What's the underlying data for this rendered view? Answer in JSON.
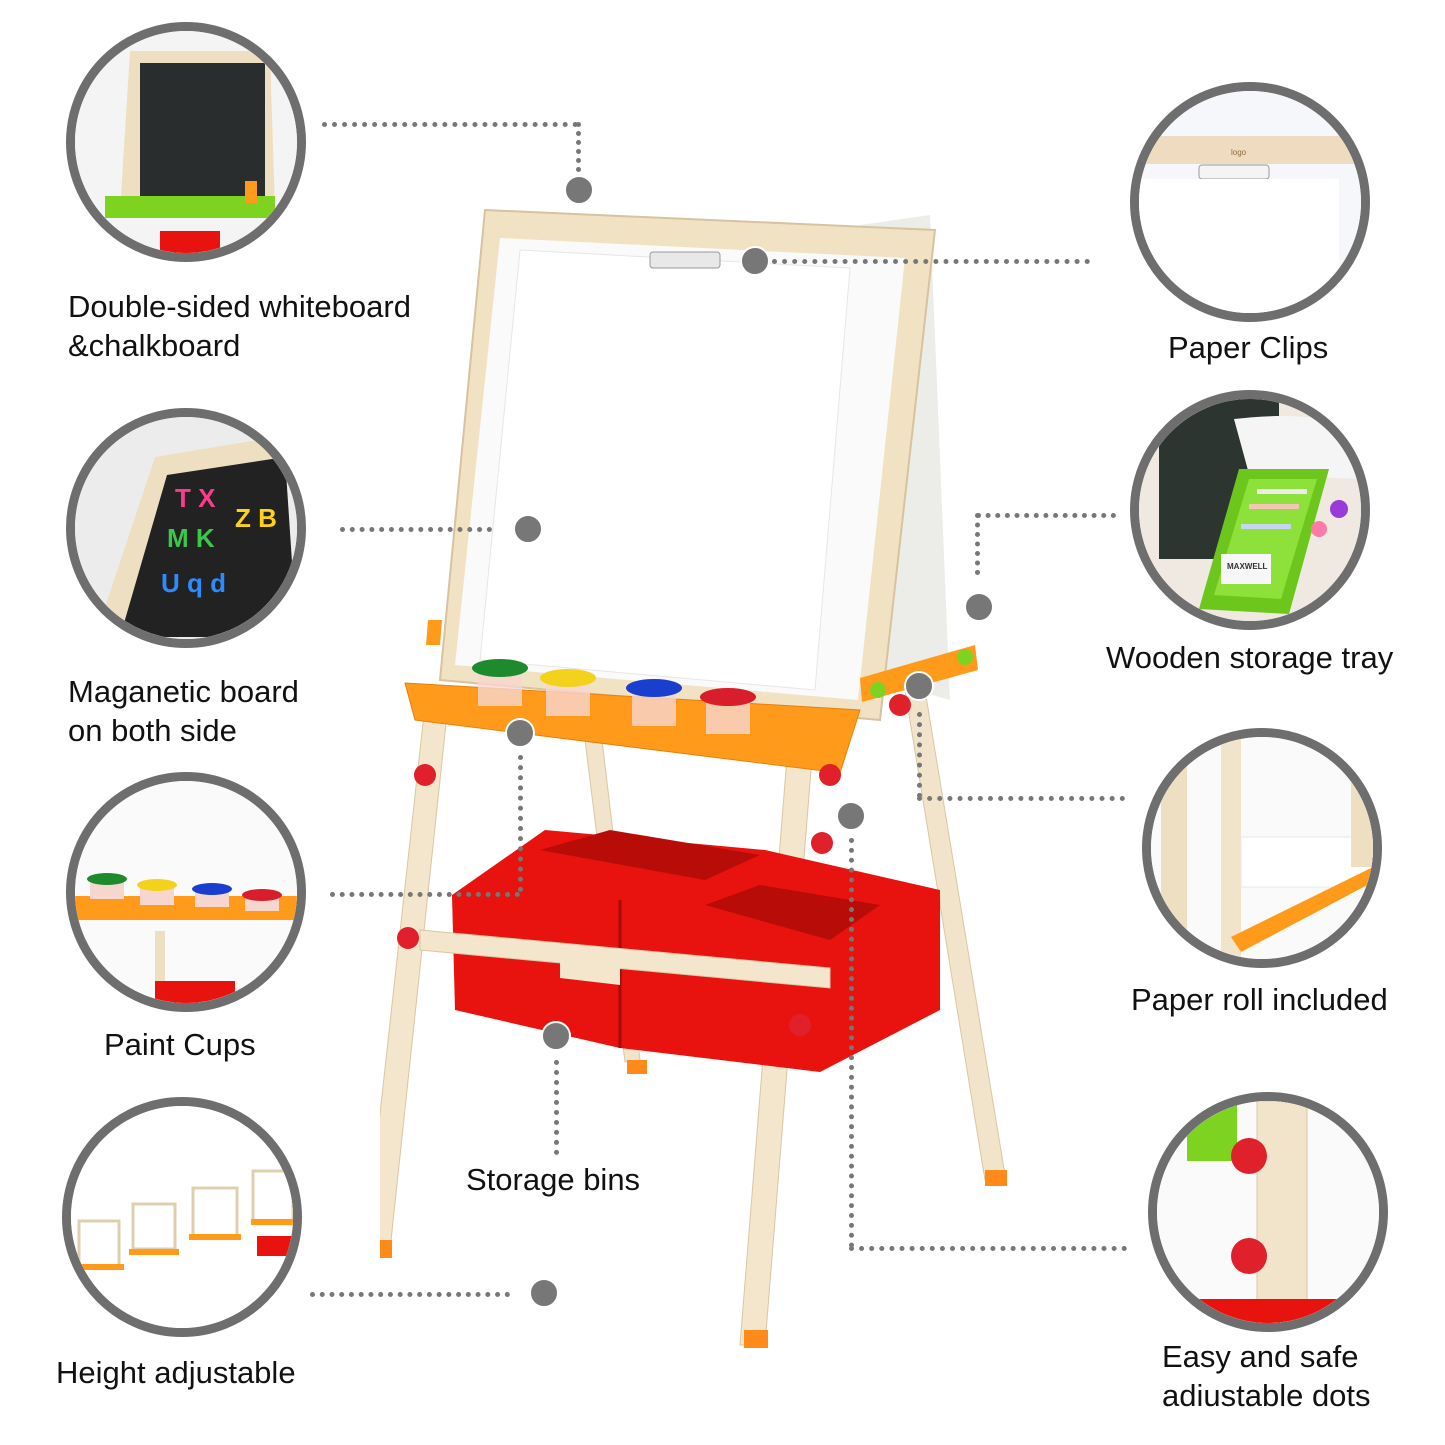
{
  "features": {
    "double_sided": {
      "label": "Double-sided whiteboard\n&chalkboard",
      "icon": "chalkboard-easel-photo"
    },
    "magnetic": {
      "label": "Maganetic board\non both side",
      "icon": "magnetic-letters-photo"
    },
    "paint_cups": {
      "label": "Paint Cups",
      "icon": "paint-cups-photo"
    },
    "height": {
      "label": "Height adjustable",
      "icon": "height-adjustable-photo"
    },
    "paper_clips": {
      "label": "Paper Clips",
      "icon": "paper-clip-photo"
    },
    "storage_tray": {
      "label": "Wooden storage tray",
      "icon": "storage-tray-photo"
    },
    "paper_roll": {
      "label": "Paper roll included",
      "icon": "paper-roll-photo"
    },
    "adjust_dots": {
      "label": "Easy and safe\nadiustable dots",
      "icon": "adjustable-knob-photo"
    },
    "storage_bins": {
      "label": "Storage bins"
    }
  },
  "product": {
    "brand_mark": "logo",
    "tray_label": "MAXWELL"
  },
  "colors": {
    "callout_gray": "#777777",
    "frame_wood": "#f0e2c8",
    "tray_orange": "#ff9a1a",
    "bin_red": "#e8120e",
    "knob_red": "#e0202a",
    "tray_green": "#7ed321",
    "chalkboard": "#2a2d2e",
    "cup_green": "#1e8a2e",
    "cup_yellow": "#f2d21a",
    "cup_blue": "#1a3fcf",
    "cup_red": "#d81e2a"
  }
}
